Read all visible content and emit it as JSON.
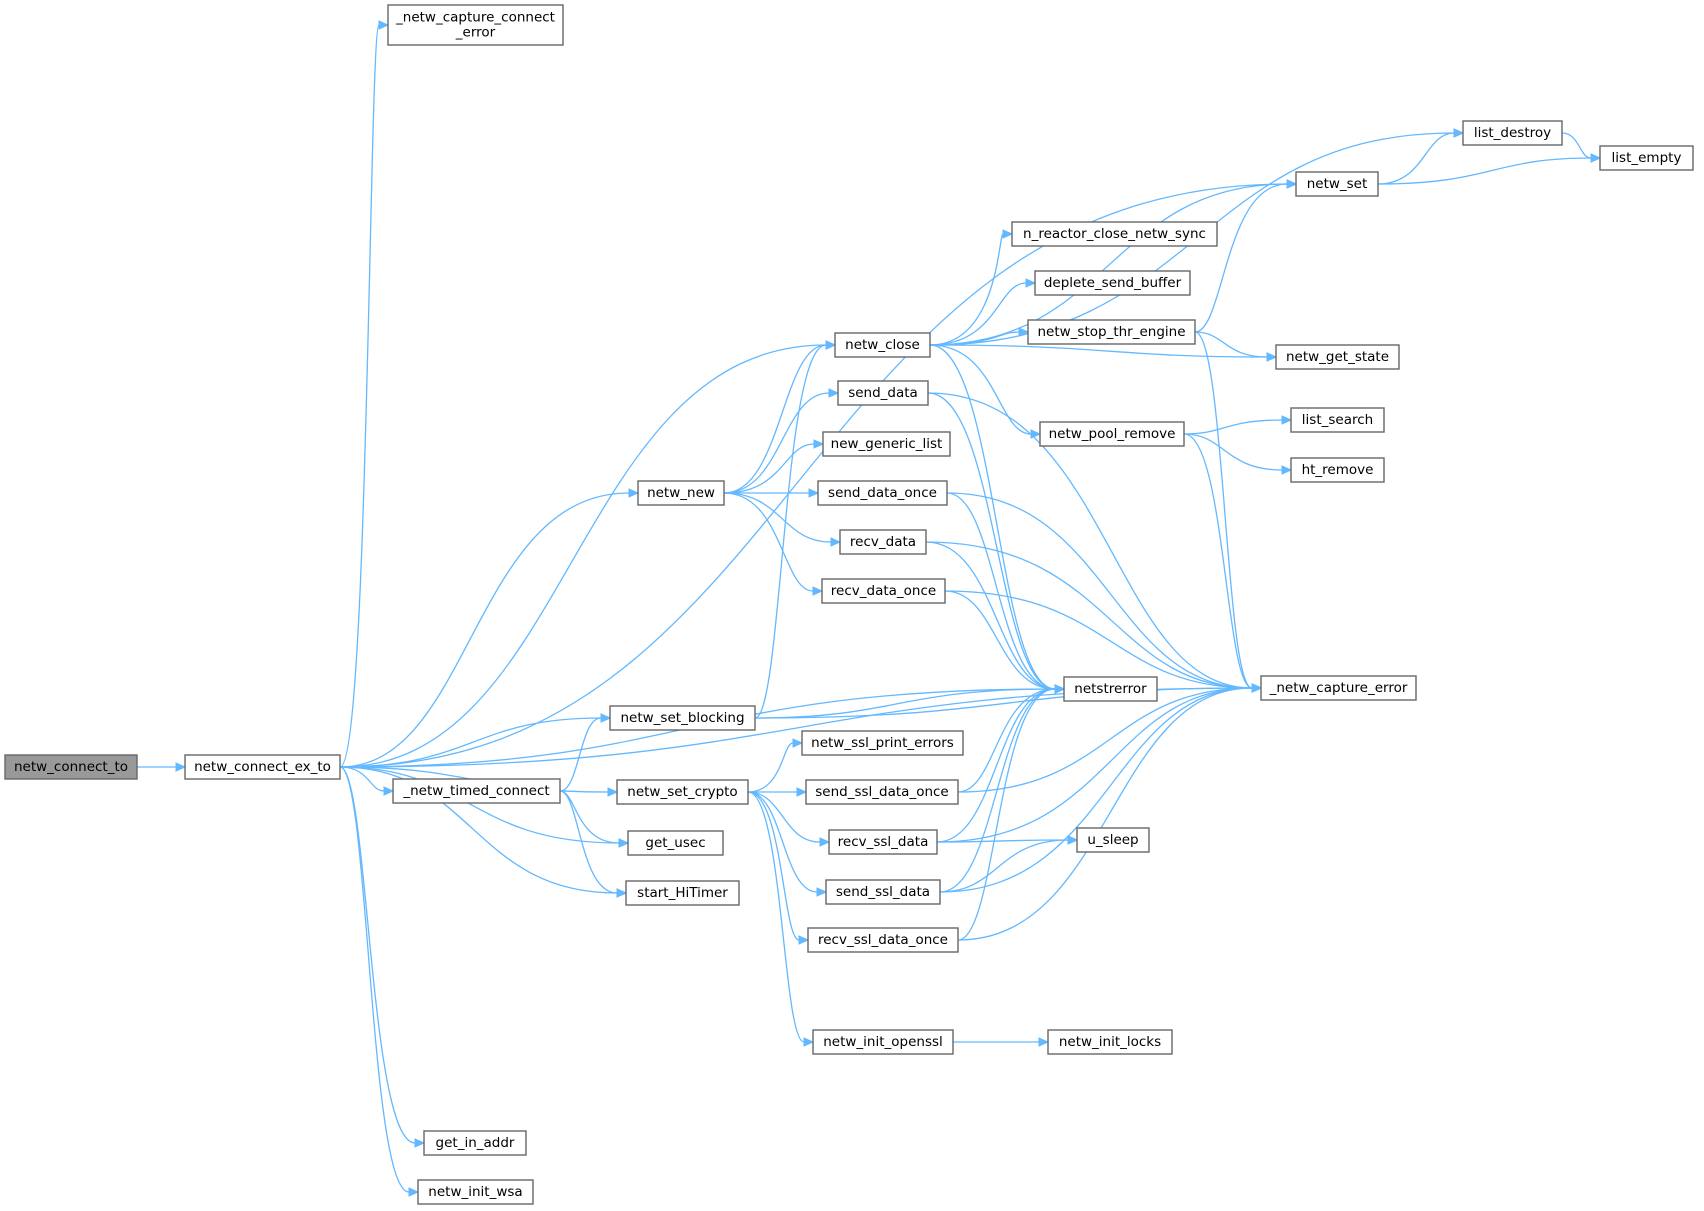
{
  "root": "netw_connect_to",
  "nodes": [
    {
      "id": "netw_connect_to",
      "label": "netw_connect_to",
      "root": true
    },
    {
      "id": "netw_connect_ex_to",
      "label": "netw_connect_ex_to"
    },
    {
      "id": "_netw_capture_connect_error",
      "label": [
        "_netw_capture_connect",
        "_error"
      ]
    },
    {
      "id": "netw_set",
      "label": "netw_set"
    },
    {
      "id": "netw_close",
      "label": "netw_close"
    },
    {
      "id": "netw_new",
      "label": "netw_new"
    },
    {
      "id": "netstrerror",
      "label": "netstrerror"
    },
    {
      "id": "netw_set_blocking",
      "label": "netw_set_blocking"
    },
    {
      "id": "netw_set_crypto",
      "label": "netw_set_crypto"
    },
    {
      "id": "_netw_timed_connect",
      "label": "_netw_timed_connect"
    },
    {
      "id": "get_usec",
      "label": "get_usec"
    },
    {
      "id": "start_HiTimer",
      "label": "start_HiTimer"
    },
    {
      "id": "_netw_capture_error",
      "label": "_netw_capture_error"
    },
    {
      "id": "get_in_addr",
      "label": "get_in_addr"
    },
    {
      "id": "netw_init_wsa",
      "label": "netw_init_wsa"
    },
    {
      "id": "list_destroy",
      "label": "list_destroy"
    },
    {
      "id": "list_empty",
      "label": "list_empty"
    },
    {
      "id": "n_reactor_close_netw_sync",
      "label": "n_reactor_close_netw_sync"
    },
    {
      "id": "deplete_send_buffer",
      "label": "deplete_send_buffer"
    },
    {
      "id": "netw_stop_thr_engine",
      "label": "netw_stop_thr_engine"
    },
    {
      "id": "netw_get_state",
      "label": "netw_get_state"
    },
    {
      "id": "netw_pool_remove",
      "label": "netw_pool_remove"
    },
    {
      "id": "list_search",
      "label": "list_search"
    },
    {
      "id": "ht_remove",
      "label": "ht_remove"
    },
    {
      "id": "send_data",
      "label": "send_data"
    },
    {
      "id": "new_generic_list",
      "label": "new_generic_list"
    },
    {
      "id": "send_data_once",
      "label": "send_data_once"
    },
    {
      "id": "recv_data",
      "label": "recv_data"
    },
    {
      "id": "recv_data_once",
      "label": "recv_data_once"
    },
    {
      "id": "netw_ssl_print_errors",
      "label": "netw_ssl_print_errors"
    },
    {
      "id": "send_ssl_data_once",
      "label": "send_ssl_data_once"
    },
    {
      "id": "recv_ssl_data",
      "label": "recv_ssl_data"
    },
    {
      "id": "send_ssl_data",
      "label": "send_ssl_data"
    },
    {
      "id": "recv_ssl_data_once",
      "label": "recv_ssl_data_once"
    },
    {
      "id": "u_sleep",
      "label": "u_sleep"
    },
    {
      "id": "netw_init_openssl",
      "label": "netw_init_openssl"
    },
    {
      "id": "netw_init_locks",
      "label": "netw_init_locks"
    }
  ],
  "edges": [
    [
      "netw_connect_to",
      "netw_connect_ex_to"
    ],
    [
      "netw_connect_ex_to",
      "_netw_capture_connect_error"
    ],
    [
      "netw_connect_ex_to",
      "netw_set"
    ],
    [
      "netw_connect_ex_to",
      "netw_close"
    ],
    [
      "netw_connect_ex_to",
      "netw_new"
    ],
    [
      "netw_connect_ex_to",
      "netstrerror"
    ],
    [
      "netw_connect_ex_to",
      "netw_set_blocking"
    ],
    [
      "netw_connect_ex_to",
      "_netw_timed_connect"
    ],
    [
      "netw_connect_ex_to",
      "netw_set_crypto"
    ],
    [
      "netw_connect_ex_to",
      "get_usec"
    ],
    [
      "netw_connect_ex_to",
      "start_HiTimer"
    ],
    [
      "netw_connect_ex_to",
      "_netw_capture_error"
    ],
    [
      "netw_connect_ex_to",
      "get_in_addr"
    ],
    [
      "netw_connect_ex_to",
      "netw_init_wsa"
    ],
    [
      "netw_new",
      "netw_close"
    ],
    [
      "netw_new",
      "send_data"
    ],
    [
      "netw_new",
      "new_generic_list"
    ],
    [
      "netw_new",
      "send_data_once"
    ],
    [
      "netw_new",
      "recv_data"
    ],
    [
      "netw_new",
      "recv_data_once"
    ],
    [
      "netw_set_blocking",
      "netw_close"
    ],
    [
      "netw_set_blocking",
      "netstrerror"
    ],
    [
      "netw_set_blocking",
      "_netw_capture_error"
    ],
    [
      "_netw_timed_connect",
      "netw_set_blocking"
    ],
    [
      "_netw_timed_connect",
      "get_usec"
    ],
    [
      "_netw_timed_connect",
      "start_HiTimer"
    ],
    [
      "netw_set_crypto",
      "netw_ssl_print_errors"
    ],
    [
      "netw_set_crypto",
      "send_ssl_data_once"
    ],
    [
      "netw_set_crypto",
      "recv_ssl_data"
    ],
    [
      "netw_set_crypto",
      "send_ssl_data"
    ],
    [
      "netw_set_crypto",
      "recv_ssl_data_once"
    ],
    [
      "netw_set_crypto",
      "netw_init_openssl"
    ],
    [
      "netw_close",
      "list_destroy"
    ],
    [
      "netw_close",
      "netw_set"
    ],
    [
      "netw_close",
      "n_reactor_close_netw_sync"
    ],
    [
      "netw_close",
      "deplete_send_buffer"
    ],
    [
      "netw_close",
      "netw_stop_thr_engine"
    ],
    [
      "netw_close",
      "netw_get_state"
    ],
    [
      "netw_close",
      "netw_pool_remove"
    ],
    [
      "netw_close",
      "netstrerror"
    ],
    [
      "netw_set",
      "list_destroy"
    ],
    [
      "netw_set",
      "list_empty"
    ],
    [
      "list_destroy",
      "list_empty"
    ],
    [
      "netw_stop_thr_engine",
      "netw_set"
    ],
    [
      "netw_stop_thr_engine",
      "netw_get_state"
    ],
    [
      "netw_stop_thr_engine",
      "_netw_capture_error"
    ],
    [
      "netw_pool_remove",
      "list_search"
    ],
    [
      "netw_pool_remove",
      "ht_remove"
    ],
    [
      "netw_pool_remove",
      "_netw_capture_error"
    ],
    [
      "send_data",
      "netstrerror"
    ],
    [
      "send_data",
      "_netw_capture_error"
    ],
    [
      "send_data_once",
      "netstrerror"
    ],
    [
      "send_data_once",
      "_netw_capture_error"
    ],
    [
      "recv_data",
      "netstrerror"
    ],
    [
      "recv_data",
      "_netw_capture_error"
    ],
    [
      "recv_data_once",
      "netstrerror"
    ],
    [
      "recv_data_once",
      "_netw_capture_error"
    ],
    [
      "send_ssl_data_once",
      "netstrerror"
    ],
    [
      "send_ssl_data_once",
      "_netw_capture_error"
    ],
    [
      "recv_ssl_data",
      "netstrerror"
    ],
    [
      "recv_ssl_data",
      "u_sleep"
    ],
    [
      "recv_ssl_data",
      "_netw_capture_error"
    ],
    [
      "send_ssl_data",
      "netstrerror"
    ],
    [
      "send_ssl_data",
      "u_sleep"
    ],
    [
      "send_ssl_data",
      "_netw_capture_error"
    ],
    [
      "recv_ssl_data_once",
      "netstrerror"
    ],
    [
      "recv_ssl_data_once",
      "_netw_capture_error"
    ],
    [
      "netw_init_openssl",
      "netw_init_locks"
    ]
  ],
  "colors": {
    "edge": "#63b8ff",
    "node_border": "#666666",
    "node_fill": "#ffffff",
    "root_fill": "#999999"
  }
}
